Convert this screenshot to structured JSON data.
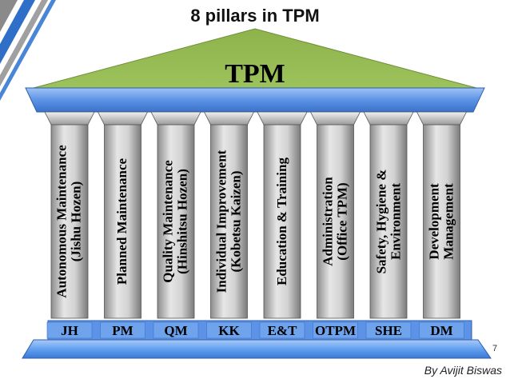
{
  "title": "8 pillars in TPM",
  "roof_label": "TPM",
  "pillars": [
    {
      "label": "Autonomous Maintenance\n(Jishu Hozen)",
      "abbr": "JH"
    },
    {
      "label": "Planned Maintenance",
      "abbr": "PM"
    },
    {
      "label": "Quality Maintenance\n(Hinshitsu Hozen)",
      "abbr": "QM"
    },
    {
      "label": "Individual Improvement\n(Kobetsu Kaizen)",
      "abbr": "KK"
    },
    {
      "label": "Education & Training",
      "abbr": "E&T"
    },
    {
      "label": "Administration\n(Office TPM)",
      "abbr": "OTPM"
    },
    {
      "label": "Safety, Hygiene &\nEnvironment",
      "abbr": "SHE"
    },
    {
      "label": "Development\nManagement",
      "abbr": "DM"
    }
  ],
  "page_number": "7",
  "author": "By Avijit Biswas",
  "colors": {
    "roof": "#93b952",
    "beam": "#5c93e6",
    "pillar": "#cfcfcf",
    "base": "#62a0f0",
    "stripes_gray": "#8a8a8a",
    "stripes_blue": "#2f6fc7"
  }
}
